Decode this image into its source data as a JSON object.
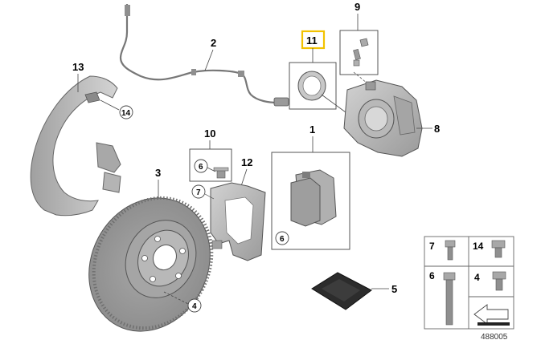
{
  "callouts": {
    "brake_pads_set": "1",
    "wear_sensor": "2",
    "brake_disc": "3",
    "bolt_disc": "4",
    "grease": "5",
    "bolt_group_10": "6",
    "bolt_carrier": "7",
    "caliper": "8",
    "bleeder_group": "9",
    "bolt_group": "10",
    "seal_ring": "11",
    "caliper_carrier": "12",
    "dust_shield": "13",
    "bolt_shield": "14"
  },
  "circled": {
    "shield_bolt": "14",
    "disc_bolt": "4",
    "carrier_bolt": "7",
    "group10_bolt": "6",
    "pad_set_bolt": "6"
  },
  "key": {
    "item_7": "7",
    "item_14": "14",
    "item_6": "6",
    "item_4": "4"
  },
  "diagram_ref": "488005",
  "colors": {
    "highlight_border": "#f2c200",
    "part_fill": "#b9b9b9",
    "part_dark": "#8f8f8f",
    "line": "#444444"
  }
}
